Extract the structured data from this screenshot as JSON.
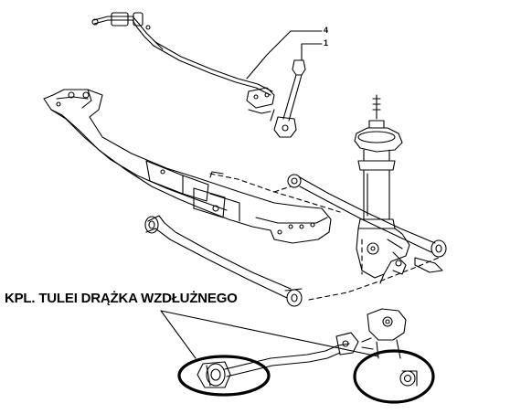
{
  "callouts": [
    {
      "number": "4",
      "part": "stabilizer-bar"
    },
    {
      "number": "1",
      "part": "stabilizer-link"
    }
  ],
  "caption": "KPL. TULEI DRĄŻKA WZDŁUŻNEGO",
  "colors": {
    "line": "#000000",
    "background": "#ffffff"
  },
  "icons": {
    "highlight": "highlight-circle",
    "bushing": "bushing-icon"
  }
}
